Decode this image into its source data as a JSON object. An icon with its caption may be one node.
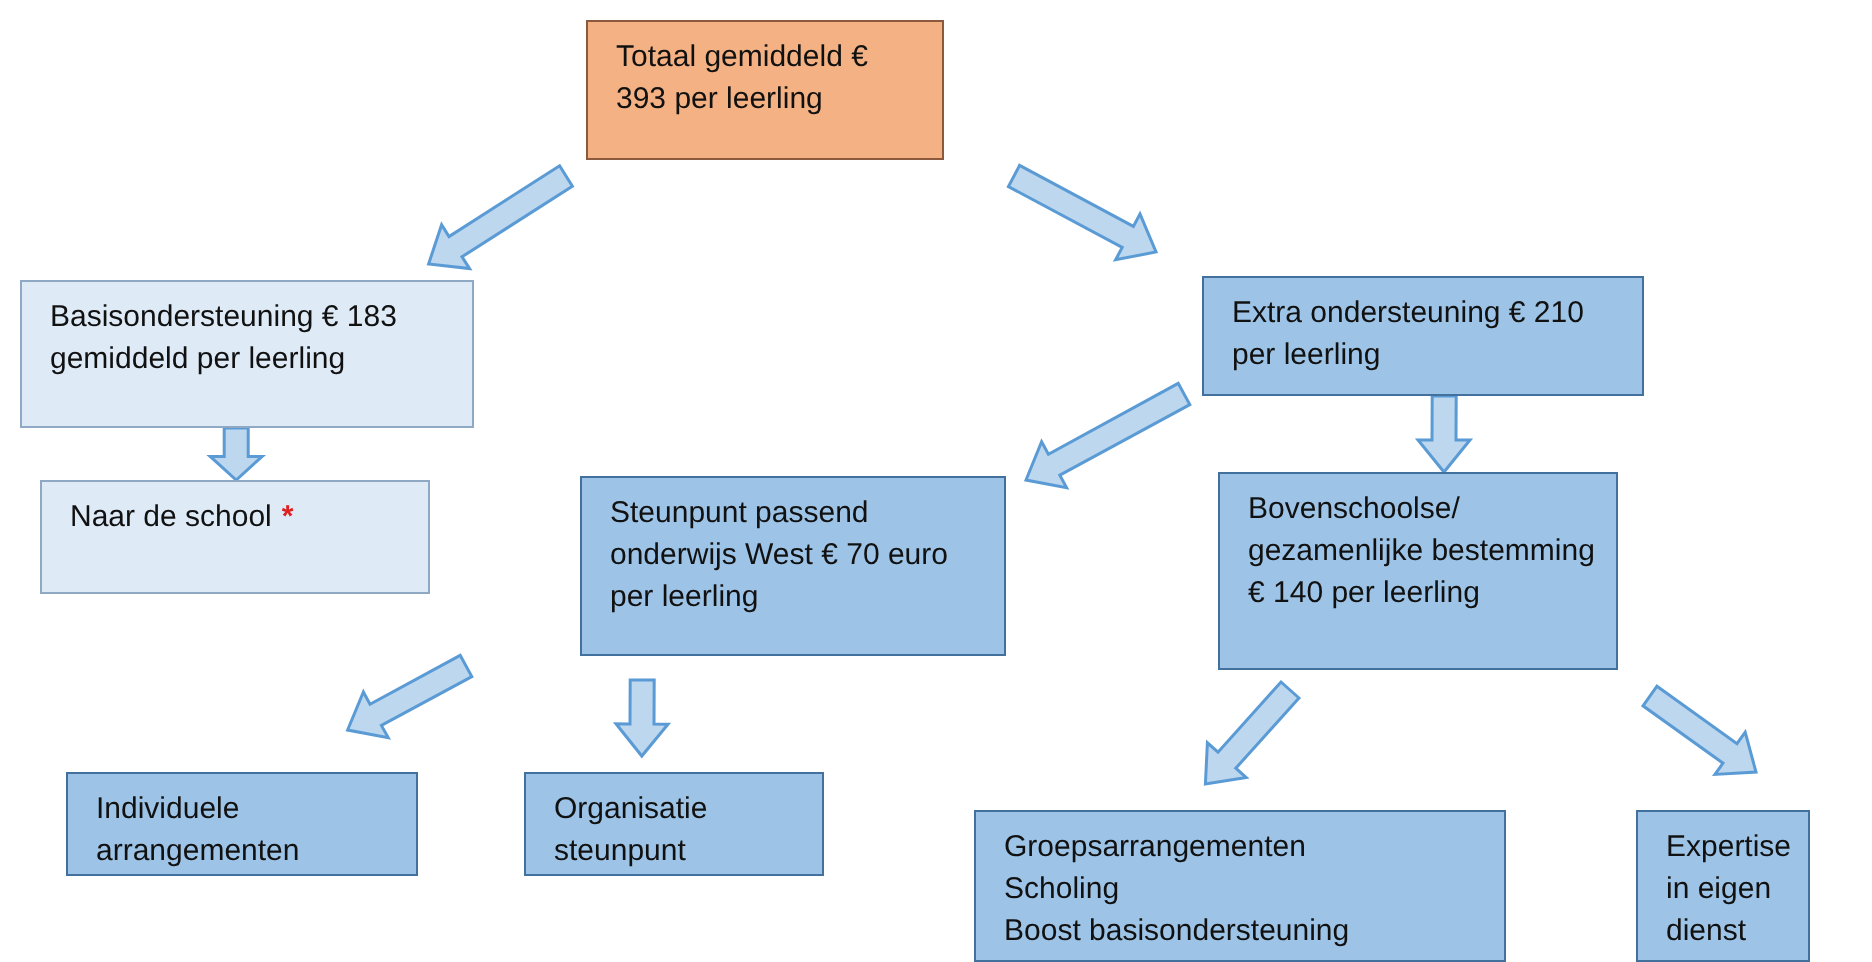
{
  "diagram": {
    "nodes": [
      {
        "text": [
          "Totaal gemiddeld € 393 per leerling"
        ]
      },
      {
        "text": [
          "Basisondersteuning € 183 gemiddeld per leerling"
        ]
      },
      {
        "text": [
          "Naar de school",
          "*"
        ]
      },
      {
        "text": [
          "Extra ondersteuning € 210 per leerling"
        ]
      },
      {
        "text": [
          "Steunpunt passend onderwijs West € 70 euro per leerling"
        ]
      },
      {
        "text": [
          "Bovenschoolse/ gezamenlijke bestemming € 140 per leerling"
        ]
      },
      {
        "text": [
          "Individuele arrangementen"
        ]
      },
      {
        "text": [
          "Organisatie steunpunt"
        ]
      },
      {
        "text": [
          "Groepsarrangementen",
          "Scholing",
          "Boost basisondersteuning"
        ]
      },
      {
        "text": [
          "Expertise in eigen dienst"
        ]
      }
    ],
    "edges": [
      {
        "from": 0,
        "to": 1,
        "arrow": "to"
      },
      {
        "from": 0,
        "to": 3,
        "arrow": "to"
      },
      {
        "from": 1,
        "to": 2,
        "arrow": "to"
      },
      {
        "from": 3,
        "to": 4,
        "arrow": "to"
      },
      {
        "from": 3,
        "to": 5,
        "arrow": "to"
      },
      {
        "from": 4,
        "to": 6,
        "arrow": "to"
      },
      {
        "from": 4,
        "to": 7,
        "arrow": "to"
      },
      {
        "from": 5,
        "to": 8,
        "arrow": "to"
      },
      {
        "from": 5,
        "to": 9,
        "arrow": "to"
      }
    ]
  }
}
